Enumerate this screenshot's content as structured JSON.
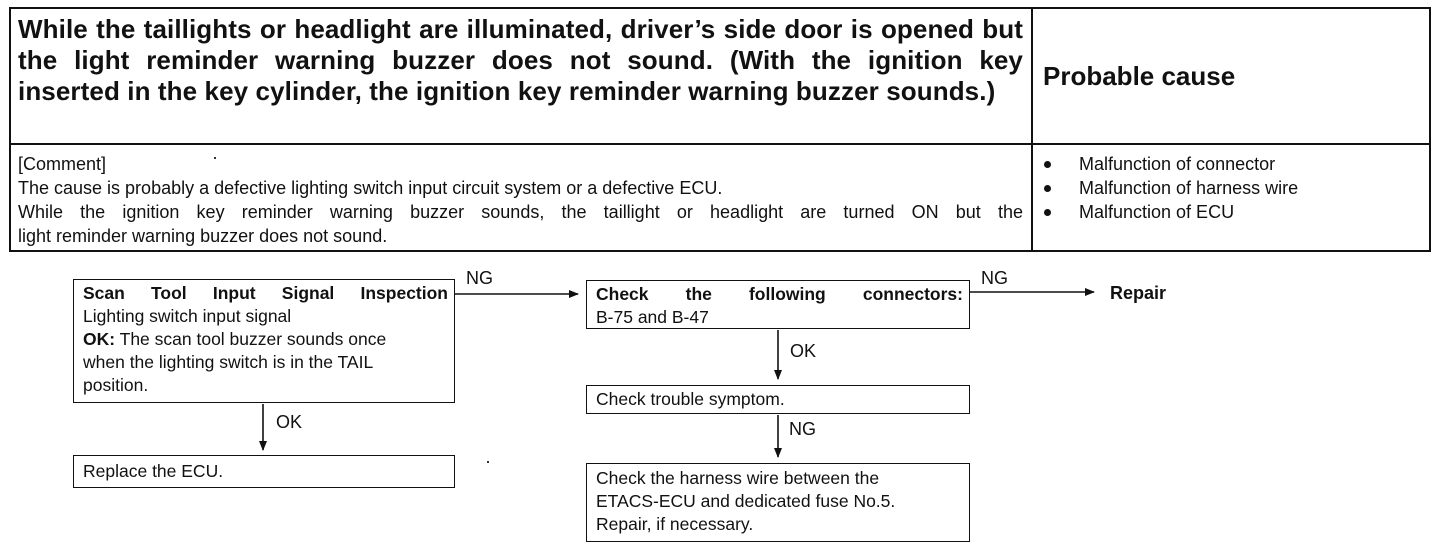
{
  "table": {
    "title": "While the taillights or headlight are illuminated, driver’s side door is opened but the light reminder warning buzzer does not sound. (With the ignition key inserted in the key cylinder, the ignition key reminder warning buzzer sounds.)",
    "probable_cause_header": "Probable cause",
    "comment": {
      "tag": "[Comment]",
      "line1": "The cause is probably a defective lighting switch input circuit system or a defective ECU.",
      "line2": "While the ignition key reminder warning buzzer sounds, the taillight or headlight are turned ON but the",
      "line3": "light reminder warning buzzer does not sound."
    },
    "causes": [
      "Malfunction of connector",
      "Malfunction of harness wire",
      "Malfunction of ECU"
    ]
  },
  "flow": {
    "scan_box": {
      "heading": "Scan Tool Input Signal Inspection",
      "line1": "Lighting switch input signal",
      "ok_label": "OK:",
      "ok_text_1": "The scan tool buzzer sounds once",
      "ok_text_2": "when the lighting switch is in the TAIL",
      "ok_text_3": "position."
    },
    "ecu_box": "Replace the ECU.",
    "connectors_box": {
      "heading": "Check the following connectors:",
      "line1": "B-75 and B-47"
    },
    "trouble_box": "Check trouble symptom.",
    "harness_box": {
      "line1": "Check the harness wire between the",
      "line2": "ETACS-ECU and dedicated fuse No.5.",
      "line3": "Repair, if necessary."
    },
    "labels": {
      "ng1": "NG",
      "ng2": "NG",
      "ng3": "NG",
      "ok1": "OK",
      "ok2": "OK"
    },
    "repair": "Repair"
  }
}
